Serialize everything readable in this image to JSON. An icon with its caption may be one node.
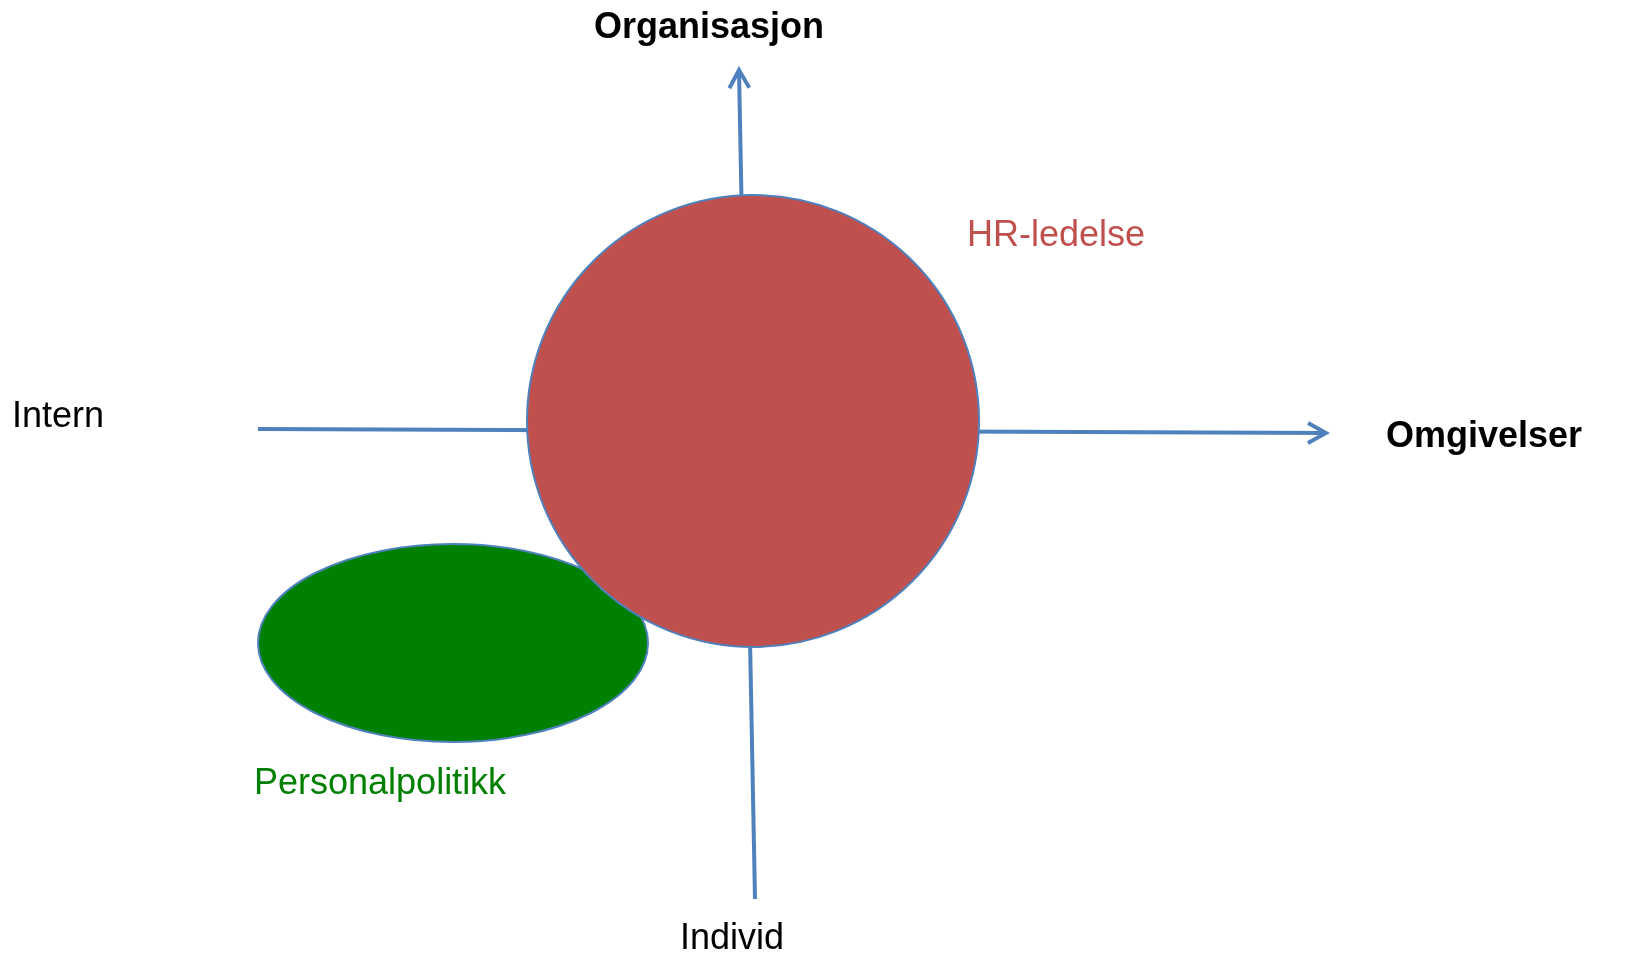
{
  "diagram": {
    "nodes": [
      {
        "text": [
          "HR-ledelse"
        ]
      },
      {
        "text": [
          "Personalpolitikk"
        ]
      }
    ],
    "labels": [
      "Organisasjon",
      "Intern",
      "Omgivelser",
      "Individ"
    ]
  }
}
